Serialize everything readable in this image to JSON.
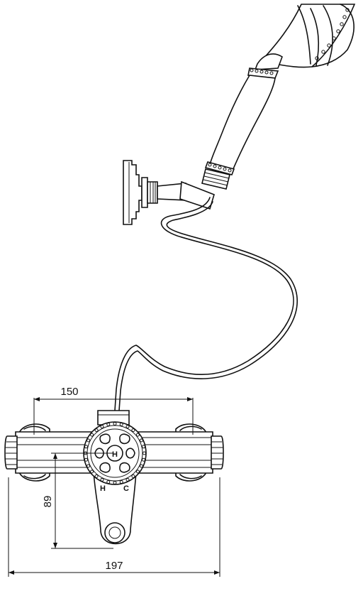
{
  "dimensions": {
    "top_width": "150",
    "height": "89",
    "overall_width": "197"
  },
  "valve_labels": {
    "hot": "H",
    "cold": "C"
  },
  "colors": {
    "line": "#111111",
    "background": "#ffffff"
  }
}
